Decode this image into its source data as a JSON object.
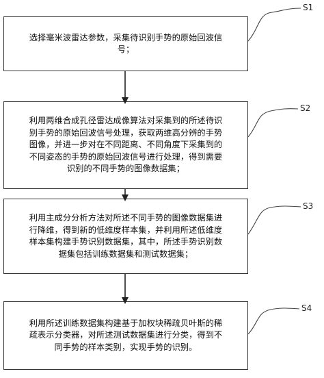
{
  "steps": [
    {
      "label": "S1",
      "text": "选择毫米波雷达参数，采集待识别手势的原始回波信\n号；"
    },
    {
      "label": "S2",
      "text": "利用两维合成孔径雷达成像算法对采集到的所述待识\n别手势的原始回波信号处理，获取两维高分辨的手势\n图像，并进一步对在不同距离、不同角度下采集到的\n不同姿态的手势的原始回波信号进行处理，得到需要\n识别的不同手势的图像数据集；"
    },
    {
      "label": "S3",
      "text": "利用主成分分析方法对所述不同手势的图像数据集进\n行降维，得到新的低维度样本集，并利用所述低维度\n样本集构建手势识别数据集，其中，所述手势识别数\n据集包括训练数据集和测试数据集；"
    },
    {
      "label": "S4",
      "text": "利用所述训练数据集构建基于加权块稀疏贝叶斯的稀\n疏表示分类器，对所述测试数据集进行分类，得到不\n同手势的样本类别，实现手势的识别。"
    }
  ]
}
